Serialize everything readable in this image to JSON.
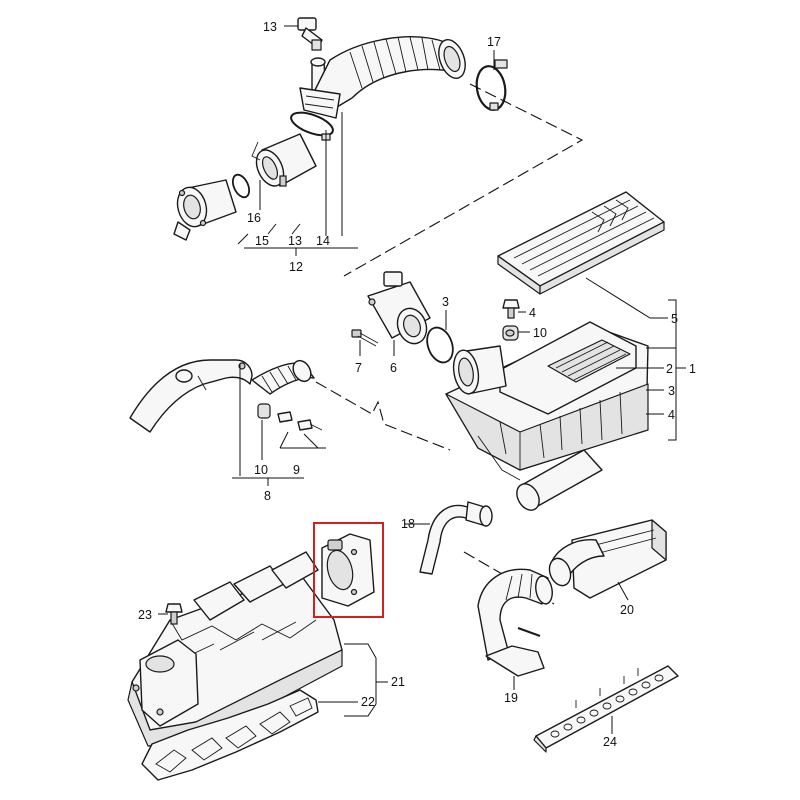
{
  "diagram": {
    "highlight_color": "#d21f1f",
    "callouts": [
      {
        "id": "1",
        "label": "1"
      },
      {
        "id": "2",
        "label": "2"
      },
      {
        "id": "3a",
        "label": "3"
      },
      {
        "id": "3b",
        "label": "3"
      },
      {
        "id": "4a",
        "label": "4"
      },
      {
        "id": "4b",
        "label": "4"
      },
      {
        "id": "5",
        "label": "5"
      },
      {
        "id": "6",
        "label": "6"
      },
      {
        "id": "7",
        "label": "7"
      },
      {
        "id": "8",
        "label": "8"
      },
      {
        "id": "9",
        "label": "9"
      },
      {
        "id": "10a",
        "label": "10"
      },
      {
        "id": "10b",
        "label": "10"
      },
      {
        "id": "12",
        "label": "12"
      },
      {
        "id": "13a",
        "label": "13"
      },
      {
        "id": "13b",
        "label": "13"
      },
      {
        "id": "14",
        "label": "14"
      },
      {
        "id": "15",
        "label": "15"
      },
      {
        "id": "16",
        "label": "16"
      },
      {
        "id": "17",
        "label": "17"
      },
      {
        "id": "18",
        "label": "18"
      },
      {
        "id": "19",
        "label": "19"
      },
      {
        "id": "20",
        "label": "20"
      },
      {
        "id": "21",
        "label": "21"
      },
      {
        "id": "22",
        "label": "22"
      },
      {
        "id": "23",
        "label": "23"
      },
      {
        "id": "24",
        "label": "24"
      }
    ]
  }
}
